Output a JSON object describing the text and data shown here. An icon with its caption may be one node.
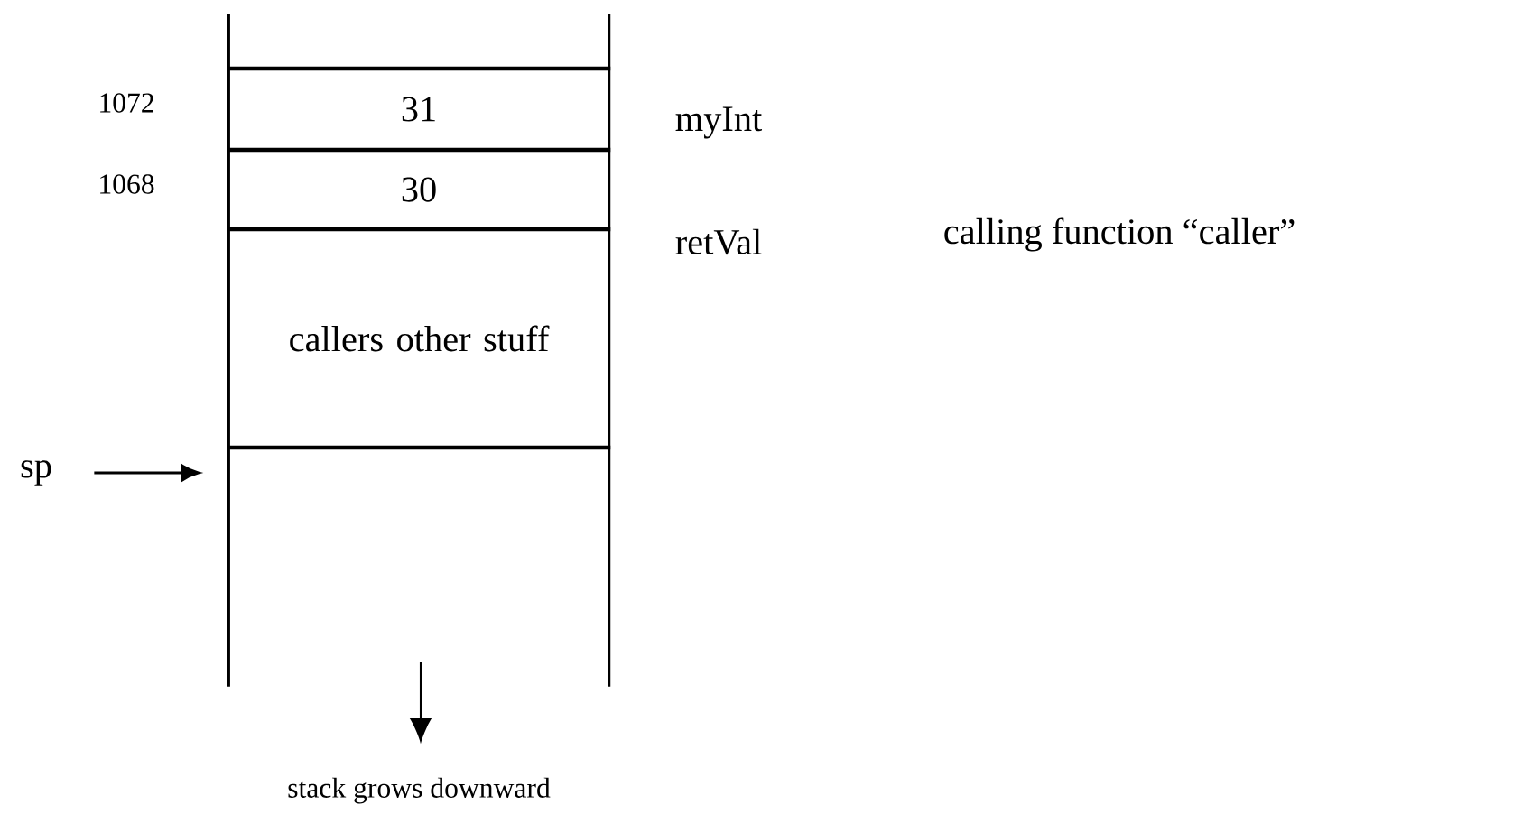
{
  "diagram": {
    "nodes": [
      {
        "text": [],
        "shape": "box"
      },
      {
        "text": [
          "31"
        ]
      },
      {
        "text": [
          "30"
        ]
      },
      {
        "text": [
          "callers other stuff"
        ]
      },
      {
        "text": [],
        "shape": "box"
      },
      {
        "text": [
          "sp"
        ]
      }
    ],
    "edges": [
      {
        "from": 5,
        "to": 4,
        "arrow": "to"
      }
    ],
    "labels": [
      "1072",
      "myInt",
      "1068",
      "retVal",
      "calling function “caller”",
      "stack grows downward"
    ]
  }
}
